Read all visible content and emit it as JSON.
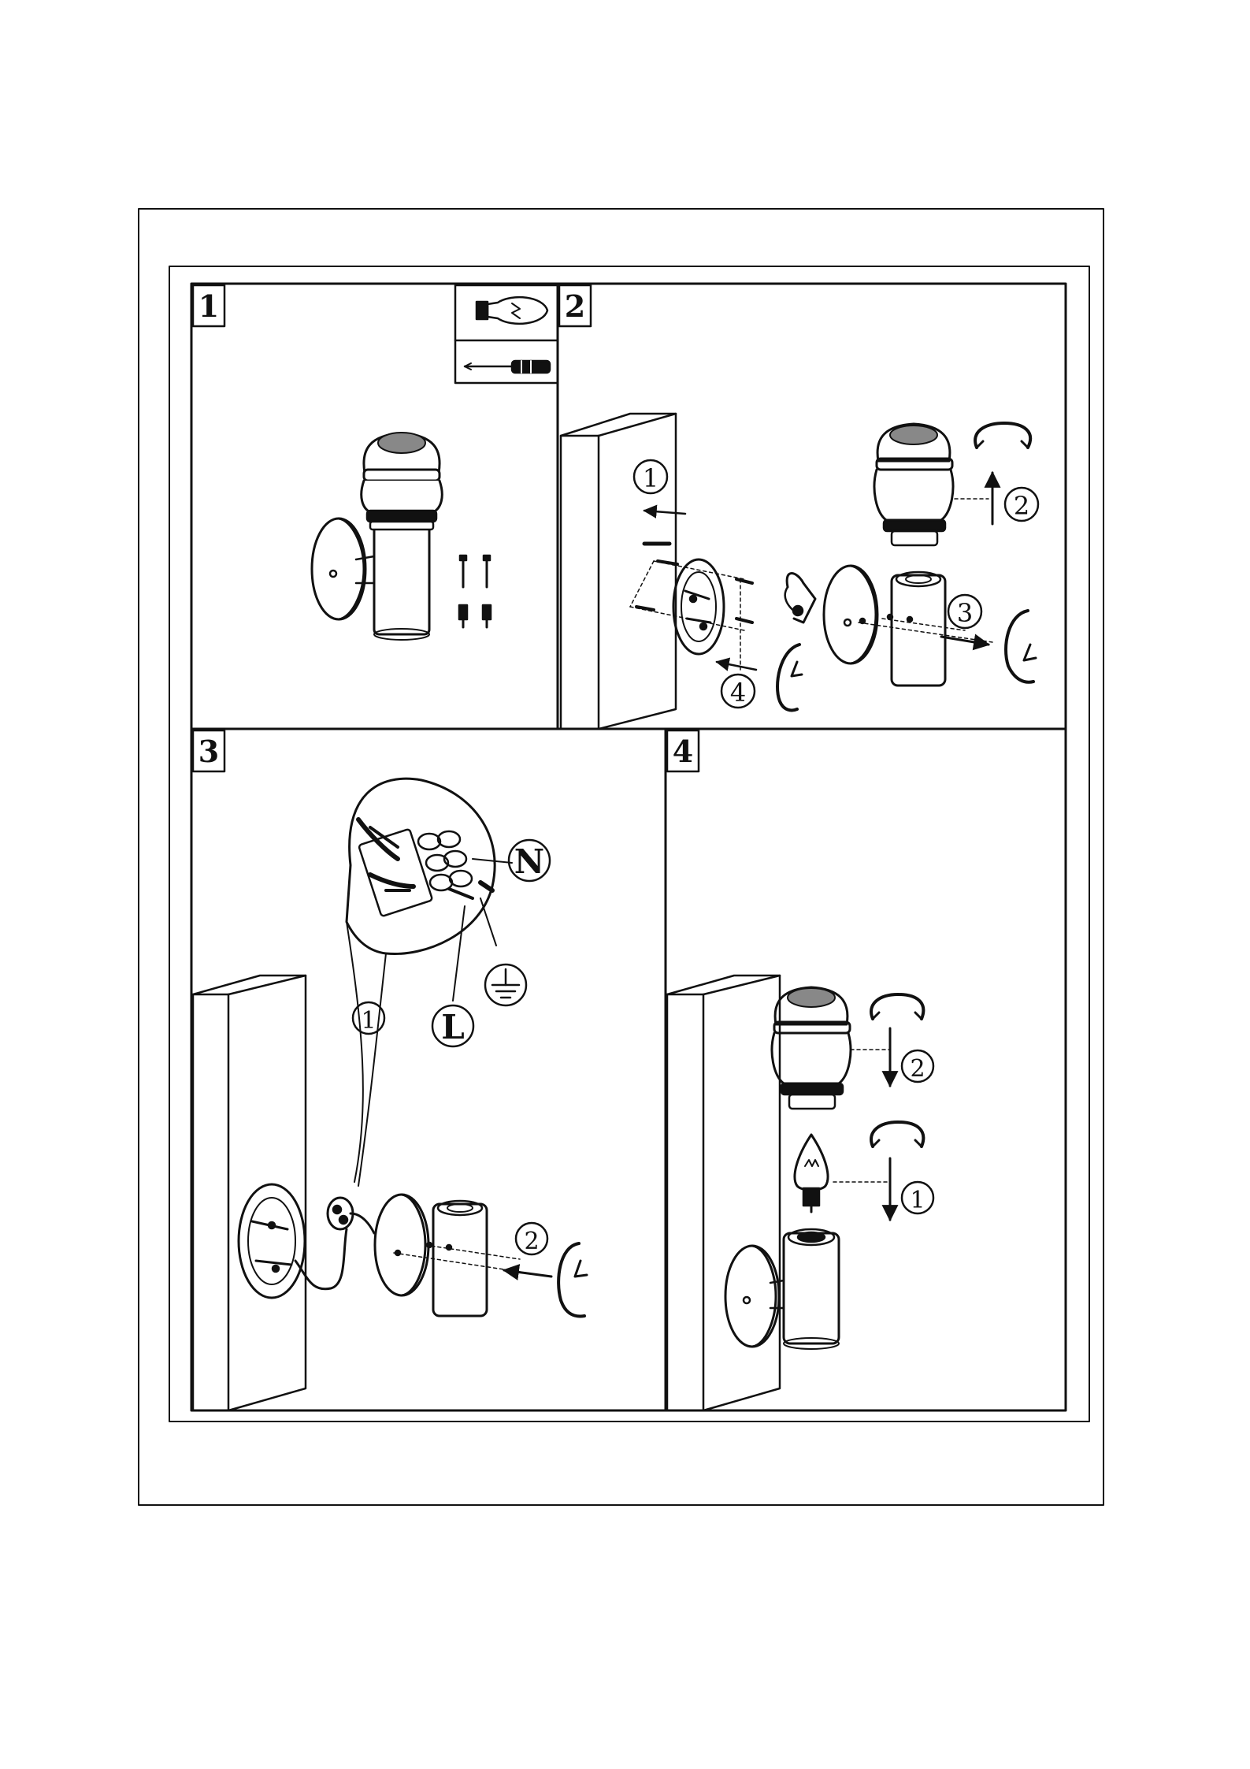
{
  "panels": [
    {
      "number": "1"
    },
    {
      "number": "2",
      "callouts": [
        "1",
        "2",
        "3",
        "4"
      ]
    },
    {
      "number": "3",
      "callouts": [
        "1",
        "2"
      ],
      "terminals": [
        "N",
        "L"
      ]
    },
    {
      "number": "4",
      "callouts": [
        "2",
        "1"
      ]
    }
  ],
  "icons": [
    "bulb-icon",
    "screwdriver-icon",
    "earth-ground-icon"
  ]
}
